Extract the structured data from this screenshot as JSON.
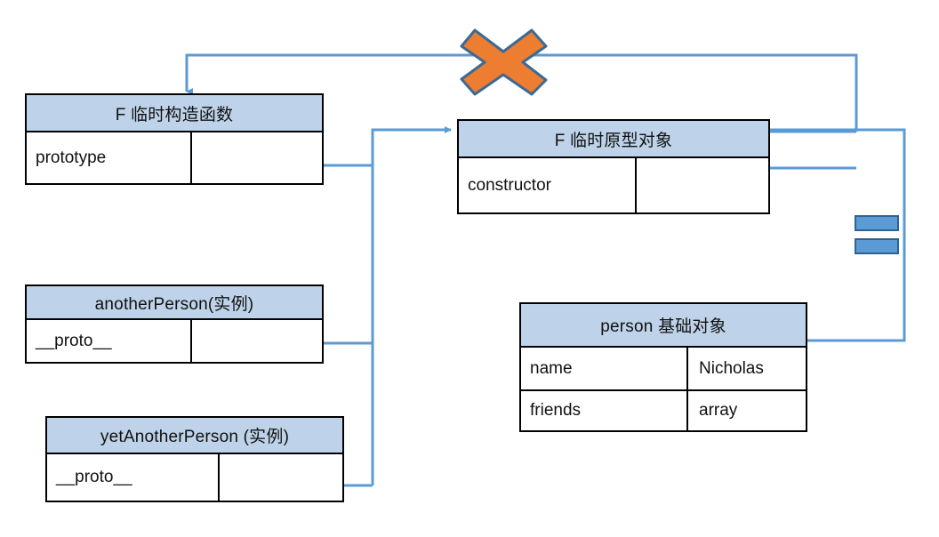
{
  "diagram": {
    "title_note": "JavaScript prototype chain diagram (Chinese)",
    "colors": {
      "header_fill": "#bed3e9",
      "box_border": "#000000",
      "wire": "#5b9bd5",
      "cross_fill": "#ed7d31",
      "cross_stroke": "#3b6a94",
      "eq_fill": "#5b9bd5",
      "eq_stroke": "#2e6291",
      "background": "#ffffff"
    },
    "boxes": [
      {
        "id": "f-temp-constructor",
        "title": "F 临时构造函数",
        "rows": [
          {
            "key": "prototype",
            "value": ""
          }
        ]
      },
      {
        "id": "f-temp-prototype",
        "title": "F 临时原型对象",
        "rows": [
          {
            "key": "constructor",
            "value": ""
          }
        ]
      },
      {
        "id": "another-person",
        "title": "anotherPerson(实例)",
        "rows": [
          {
            "key": "__proto__",
            "value": ""
          }
        ]
      },
      {
        "id": "yet-another-person",
        "title": "yetAnotherPerson (实例)",
        "rows": [
          {
            "key": "__proto__",
            "value": ""
          }
        ]
      },
      {
        "id": "person-base-object",
        "title": "person 基础对象",
        "rows": [
          {
            "key": "name",
            "value": "Nicholas"
          },
          {
            "key": "friends",
            "value": "array"
          }
        ]
      }
    ],
    "markers": {
      "cross_label": "cross-mark",
      "equals_label": "equals-mark"
    }
  }
}
